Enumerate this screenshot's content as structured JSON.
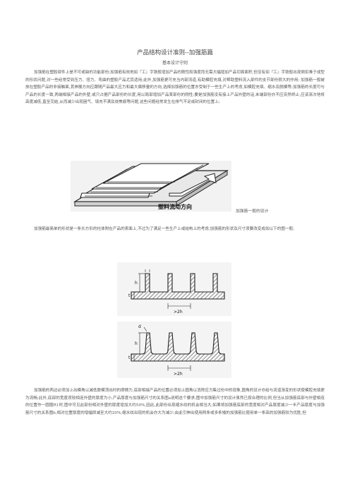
{
  "document": {
    "title": "产品结构设计准则--加强筋篇",
    "subtitle": "基本设计守则",
    "paragraphs": [
      "加强筋在塑胶部件上是不可或缺的功能部份;加强筋有效地如『工』字铁般增加产品的刚性和强度而无需大幅增加产品切面面积,但没有如『工』字铁般出现倒扣难于成型的形状问题,对一些经常受到压力、扭力、弯曲的塑胶产品尤其适用;此外,加强筋更可充当内部流道,有助模腔充填,对帮助塑料流入部件的支节部份很大的作用; 加强筋一般被放在塑胶产品的非接触面,其伸展方向应跟随产品最大应力和最大偏移量的方向,选择加强筋的位置亦受制于一些生产上的考虑,如模腔充填、缩水及脱模等;加强筋的长度可与产品的长度一致,两端相接产品的外壁,或只占据产品部份的长度,用以局部增加产品某部份的刚性;要是加强筋没有接上产品外壁的话,末端部份亦不应突然终止,应该渐次地将高度减低,直至完结,从而减少出现困气、填充不满及烧焦痕等问题,这些问题经常发生在排气不足或封闭的位置上;",
      "加强筋最简单的形状是一条长方形的柱体附在产品的表面上,不过为了满足一些生产上或结构上的考虑,加强筋的形状及尺寸须要改变成如以下的图一般;",
      "加强筋的两边必须加上出模角以减低脱模顶出时的摩擦力,底部相接产品的位置必须加上圆角以消除应力集过份中的现象,圆角的设计亦给与流道渐变的形状使模腔充填更为流畅;此外,底部的宽度须较相连外壁的厚度为小,产品厚度与加强筋尺寸的关系图a说明这个要求;图中加强筋尺寸的设计虽然已按合理的比例,但当从加强筋底部与外壁相连的位置作一圆圈R1时,图中可见此部份相对外壁的厚度增加大约50%,因此,此部份出现缩水纹的机会相当大;如果将加强筋底部的宽度相对产品厚度减少一半产品厚度与加强筋尺寸的关系图b,相对位置厚度的增幅即减至大约20%,缩水纹出现的机会亦大为减少;由此引伸出使用两条或多条矮的加强筋比使用单一条高的加强筋较为优胜,但"
    ],
    "figure1": {
      "label": "塑料流动方向",
      "caption": "加强筋一般的设计"
    },
    "figure2": {
      "labels": [
        "h",
        "t",
        ">2h"
      ]
    },
    "figure3": {
      "labels": [
        "d",
        "h",
        "t",
        ">2h"
      ]
    }
  }
}
